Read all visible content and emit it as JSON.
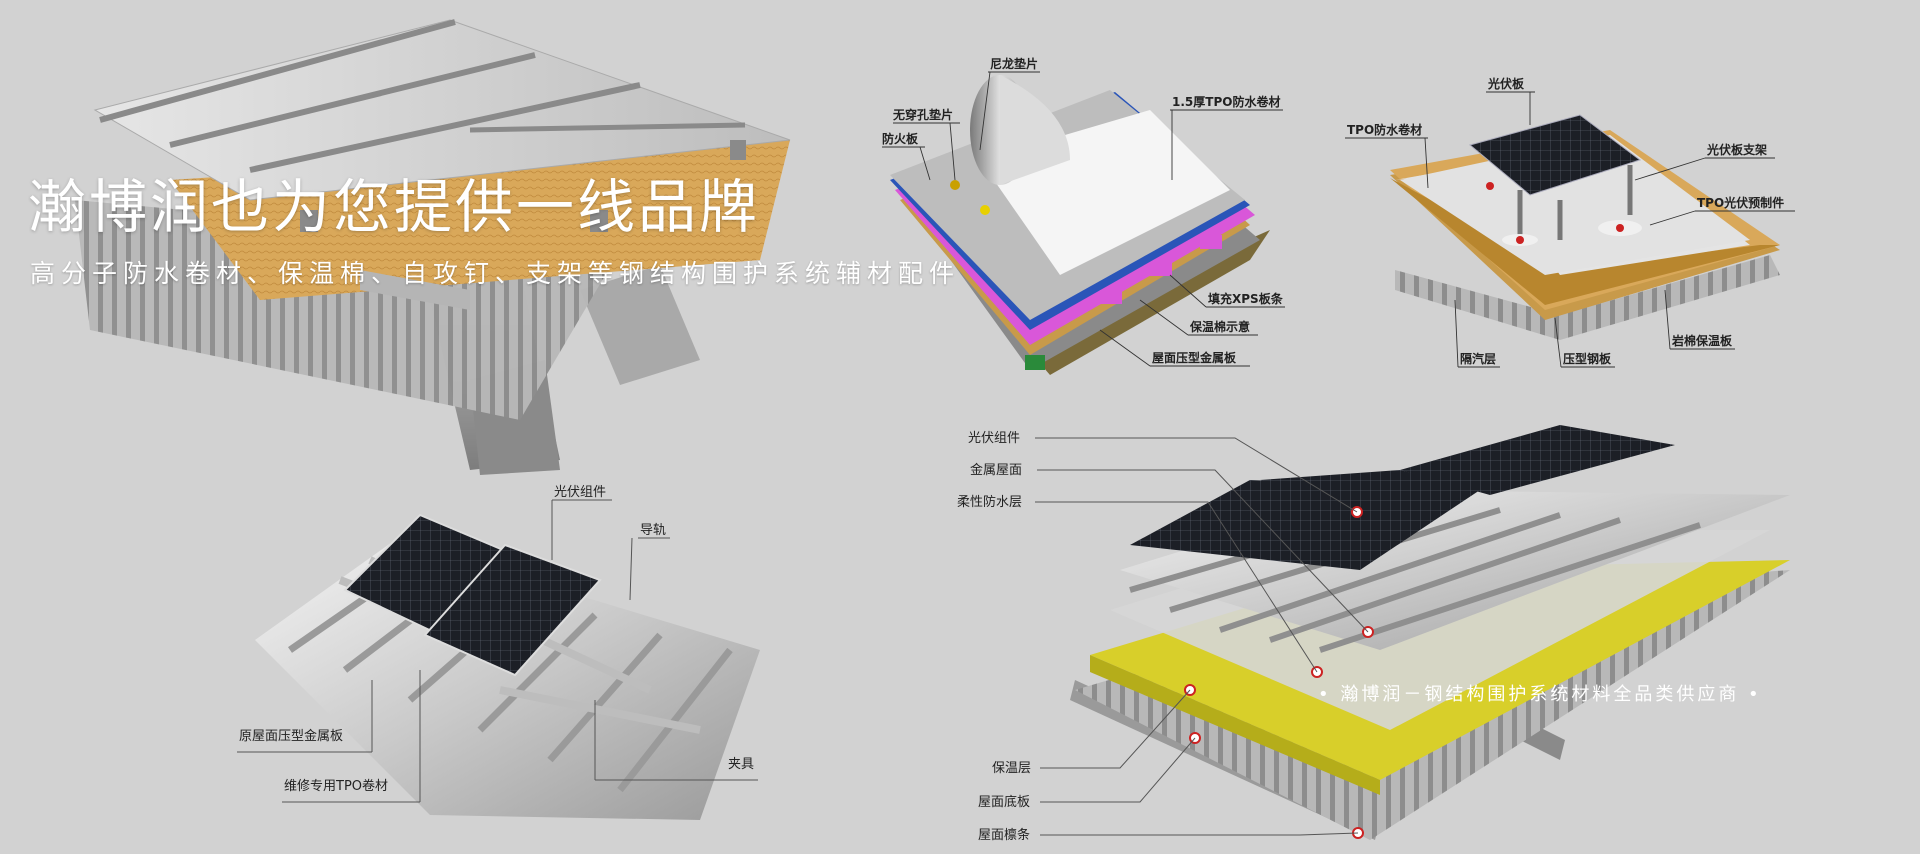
{
  "hero": {
    "title": "瀚博润也为您提供一线品牌",
    "subtitle": "高分子防水卷材、保温棉、自攻钉、支架等钢结构围护系统辅材配件"
  },
  "slogan": "• 瀚博润－钢结构围护系统材料全品类供应商 •",
  "diagram_b": {
    "labels": [
      "尼龙垫片",
      "无穿孔垫片",
      "防火板",
      "1.5厚TPO防水卷材",
      "填充XPS板条",
      "保温棉示意",
      "屋面压型金属板"
    ]
  },
  "diagram_c": {
    "labels": [
      "光伏板",
      "TPO防水卷材",
      "光伏板支架",
      "TPO光伏预制件",
      "隔汽层",
      "压型钢板",
      "岩棉保温板"
    ]
  },
  "diagram_d": {
    "labels": [
      "光伏组件",
      "导轨",
      "原屋面压型金属板",
      "维修专用TPO卷材",
      "夹具"
    ]
  },
  "diagram_e": {
    "labels": [
      "光伏组件",
      "金属屋面",
      "柔性防水层",
      "保温层",
      "屋面底板",
      "屋面檩条"
    ]
  },
  "colors": {
    "background": "#d2d2d2",
    "insulation": "#d9a85a",
    "xps": "#d957d9",
    "membrane_blue": "#2a55b8",
    "yellow_layer": "#d8cf2a",
    "pv_panel": "#1c1f26"
  }
}
